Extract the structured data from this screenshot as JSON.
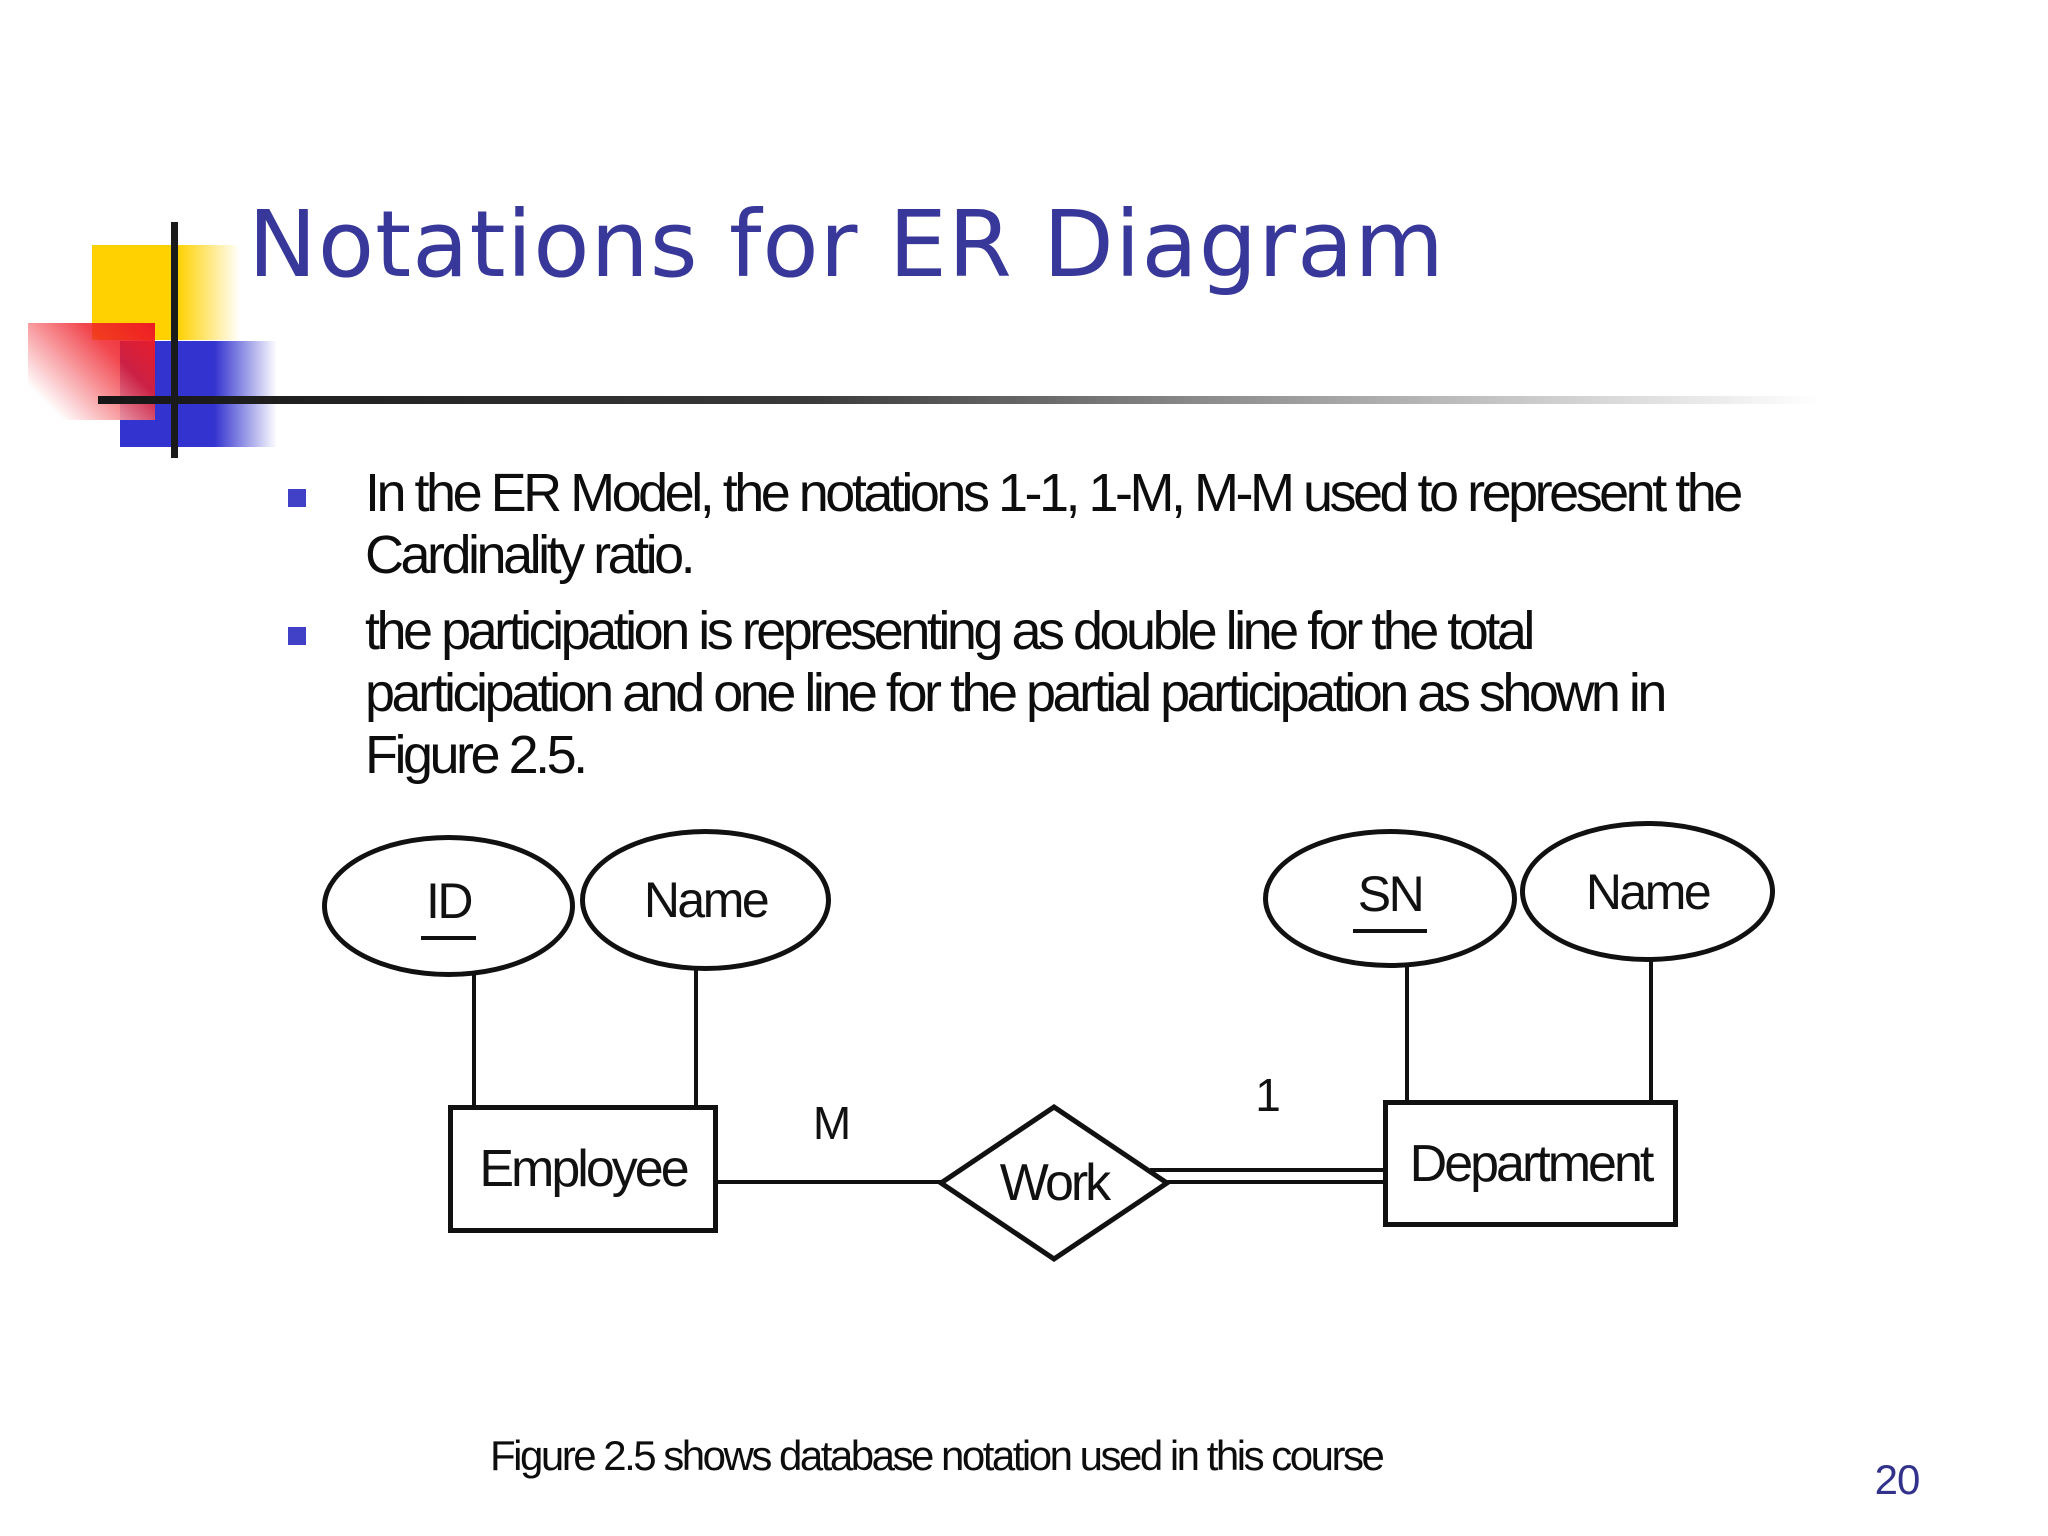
{
  "slide": {
    "title": "Notations for ER Diagram",
    "caption": "Figure 2.5 shows database notation used in this course",
    "page_number": "20"
  },
  "bullets": [
    {
      "lines": [
        "In the ER Model, the notations 1-1, 1-M, M-M used to represent the",
        "Cardinality ratio."
      ]
    },
    {
      "lines": [
        "the participation is representing as double line for the total",
        "participation and one line for the partial participation as shown in",
        "Figure 2.5."
      ]
    }
  ],
  "diagram": {
    "entities": [
      {
        "label": "Employee"
      },
      {
        "label": "Department"
      }
    ],
    "relationship": {
      "label": "Work"
    },
    "attributes": [
      {
        "label": "ID"
      },
      {
        "label": "Name"
      },
      {
        "label": "SN"
      },
      {
        "label": "Name"
      }
    ],
    "cardinality": {
      "employee_side": "M",
      "department_side": "1"
    }
  },
  "colors": {
    "title_blue": "#38389a",
    "bullet_blue": "#4141c8",
    "decor_yellow": "#ffd100",
    "decor_red": "#ee1c25",
    "decor_blue": "#3333cf",
    "page_blue": "#32328c"
  }
}
